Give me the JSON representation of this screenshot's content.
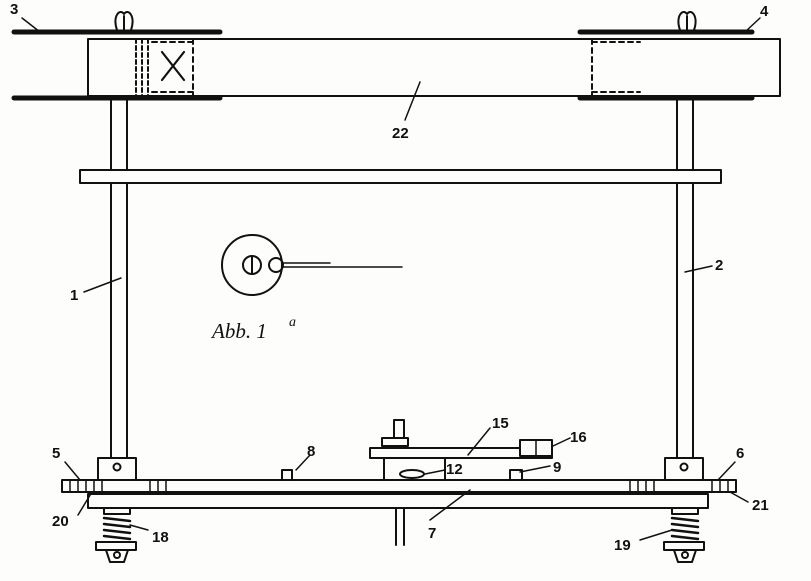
{
  "figure": {
    "caption": "Abb. 1",
    "caption_superscript": "a",
    "part_labels": {
      "p1": "1",
      "p2": "2",
      "p3": "3",
      "p4": "4",
      "p5": "5",
      "p6": "6",
      "p7": "7",
      "p8": "8",
      "p9": "9",
      "p12": "12",
      "p15": "15",
      "p16": "16",
      "p18": "18",
      "p19": "19",
      "p20": "20",
      "p21": "21",
      "p22": "22"
    }
  }
}
